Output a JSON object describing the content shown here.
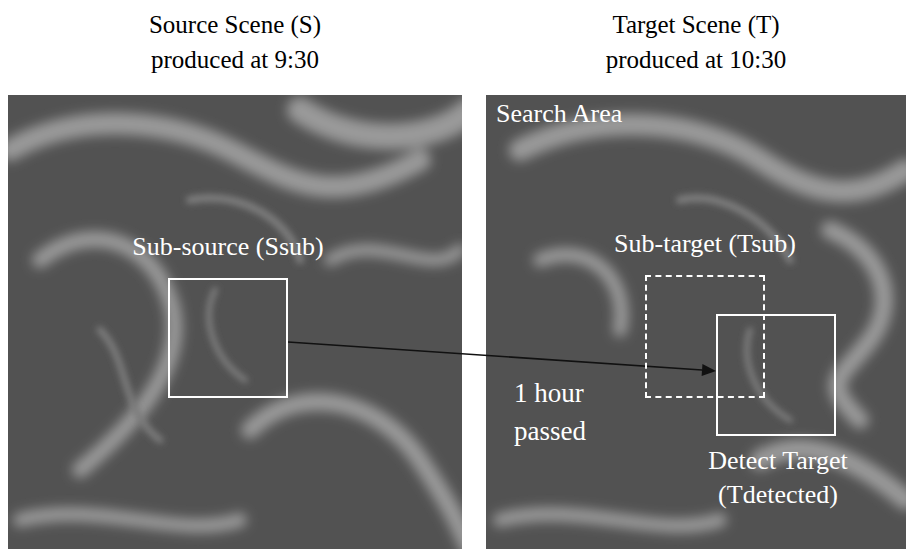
{
  "diagram": {
    "nodes": [
      {
        "text": [
          "Source Scene (S) produced at 9:30"
        ]
      },
      {
        "text": [
          "Target Scene (T) produced at 10:30",
          "Search Area"
        ]
      },
      {
        "text": [
          "Sub-source (Ssub)"
        ],
        "in": 0
      },
      {
        "text": [
          "Sub-target (Tsub)"
        ],
        "in": 1
      },
      {
        "text": [
          "Detect Target (Tdetected)"
        ],
        "in": 1
      }
    ],
    "edges": [
      {
        "from": 2,
        "to": 4,
        "arrow": "to"
      }
    ],
    "labels": [
      "1 hour passed"
    ]
  }
}
